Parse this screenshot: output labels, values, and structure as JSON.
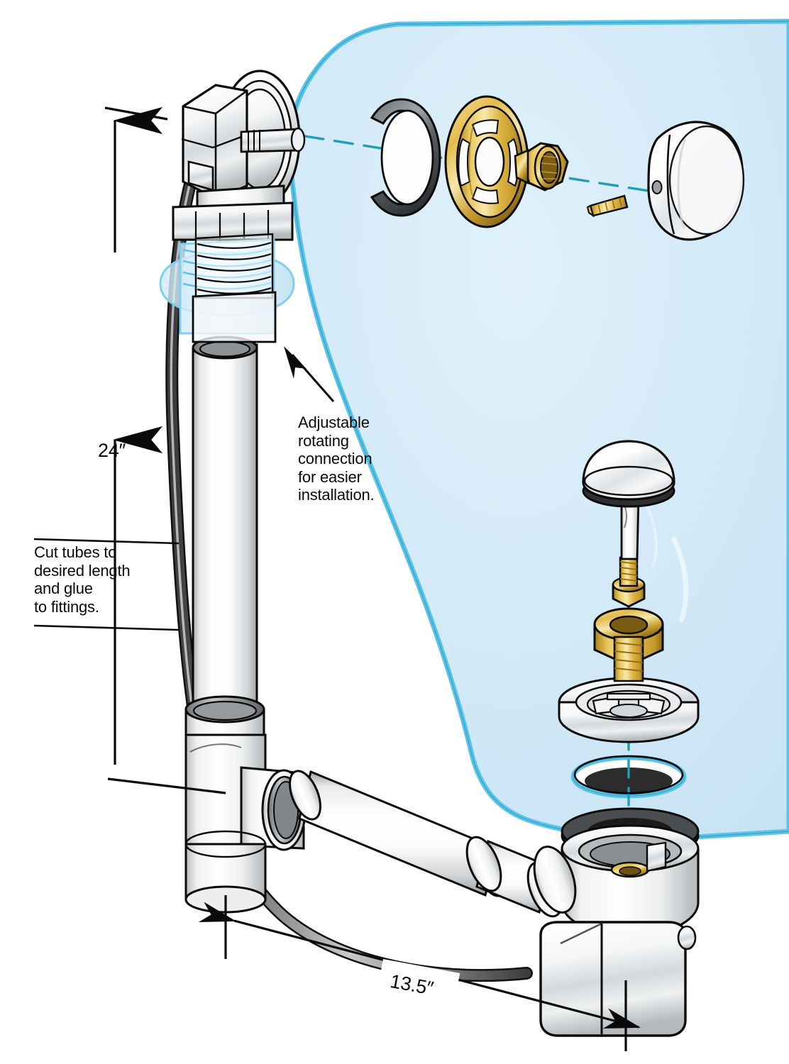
{
  "figure": {
    "kind": "exploded-assembly-line-drawing",
    "subject": "Bath waste and overflow drain assembly with cable-operated stopper"
  },
  "palette": {
    "tub_wall_fill": "#d2e9f7",
    "tub_wall_edge": "#5cc4e8",
    "axis_dash": "#1f9fb5",
    "brass_light": "#f2d98a",
    "brass_mid": "#d9ae42",
    "brass_dark": "#a8801f",
    "chrome_light": "#ffffff",
    "chrome_mid": "#d8dadc",
    "chrome_dark": "#8d9194",
    "gasket_dark": "#3b3b3b",
    "cable_gray": "#9a9a9a",
    "outline": "#0a0a0a",
    "ghost_blue": "#b8e2f5"
  },
  "annotations": {
    "dimension_vertical": {
      "value": "24″",
      "name": "vertical-height-dimension"
    },
    "dimension_horizontal": {
      "value": "13.5″",
      "name": "horizontal-length-dimension"
    },
    "note_cut_tubes": {
      "text": "Cut tubes to\ndesired length\nand glue\nto fittings.",
      "name": "cut-tubes-note"
    },
    "note_adjustable": {
      "text": "Adjustable\nrotating\nconnection\nfor easier\ninstallation.",
      "name": "adjustable-connection-note"
    }
  },
  "parts": {
    "overflow_faceplate": "overflow-faceplate",
    "overflow_body": "overflow-elbow-body",
    "rotating_coupling": "adjustable-rotating-coupling",
    "vertical_tube": "vertical-overflow-tube",
    "tee_fitting": "tee-fitting",
    "horizontal_tube": "horizontal-waste-tube",
    "drain_shoe": "drain-shoe",
    "cable": "control-cable",
    "cable_actuator": "cable-actuator-block",
    "trim_retainer_ring": "retainer-clip-ring",
    "trim_brass_plate": "brass-spoked-faceplate",
    "trim_brass_nut": "brass-hex-nut",
    "trim_set_screw": "brass-set-screw",
    "trim_knob": "chrome-control-knob",
    "stopper_cap": "chrome-stopper-cap",
    "stopper_oring": "stopper-o-ring",
    "stopper_post": "stopper-post",
    "stopper_screw": "stopper-threaded-screw",
    "stopper_nut": "stopper-hex-nut",
    "drain_brass_fitting": "brass-drain-fitting",
    "drain_flange": "drain-flange-strainer",
    "drain_gasket": "drain-rubber-gasket",
    "tub_wall": "tub-wall-panel",
    "tub_drain_hole": "tub-drain-hole"
  }
}
